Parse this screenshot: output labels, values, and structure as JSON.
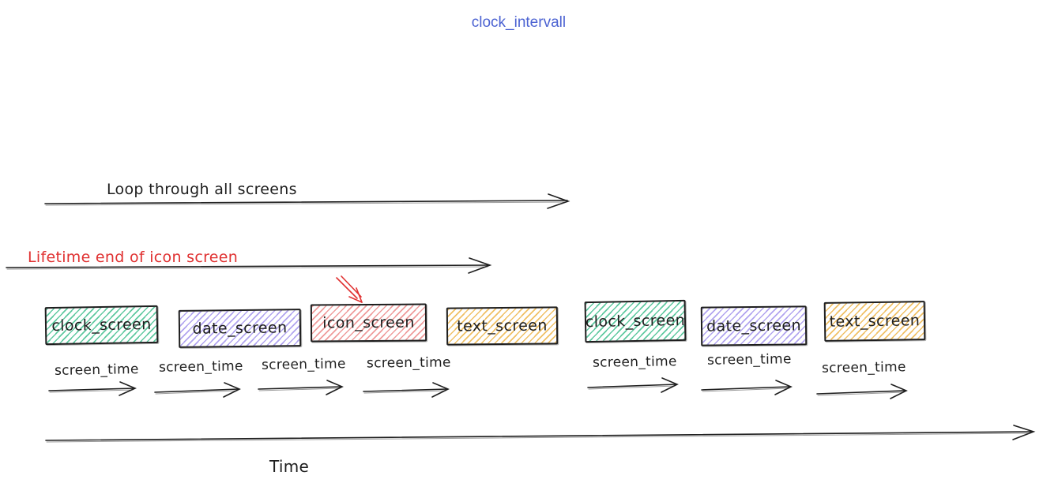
{
  "title": {
    "text": "clock_intervall"
  },
  "annotations": {
    "loop_arrow_label": "Loop through all screens",
    "lifetime_arrow_label": "Lifetime end of icon screen",
    "time_axis_label": "Time"
  },
  "screens": [
    {
      "label": "clock_screen",
      "color_name": "green",
      "fill": "#5fc9a0",
      "duration_label": "screen_time"
    },
    {
      "label": "date_screen",
      "color_name": "purple",
      "fill": "#b1a4ef",
      "duration_label": "screen_time"
    },
    {
      "label": "icon_screen",
      "color_name": "red",
      "fill": "#ef9b9b",
      "duration_label": "screen_time"
    },
    {
      "label": "text_screen",
      "color_name": "yellow",
      "fill": "#f0c065",
      "duration_label": "screen_time"
    },
    {
      "label": "clock_screen",
      "color_name": "green",
      "fill": "#5fc9a0",
      "duration_label": "screen_time"
    },
    {
      "label": "date_screen",
      "color_name": "purple",
      "fill": "#b1a4ef",
      "duration_label": "screen_time"
    },
    {
      "label": "text_screen",
      "color_name": "yellow",
      "fill": "#f0c065",
      "duration_label": "screen_time"
    }
  ],
  "colors": {
    "title_blue": "#4c63d2",
    "annotation_red": "#e03131",
    "stroke_black": "#1e1e1e",
    "green_fill": "#5fc9a0",
    "purple_fill": "#b1a4ef",
    "red_fill": "#ef9b9b",
    "yellow_fill": "#f0c065"
  }
}
